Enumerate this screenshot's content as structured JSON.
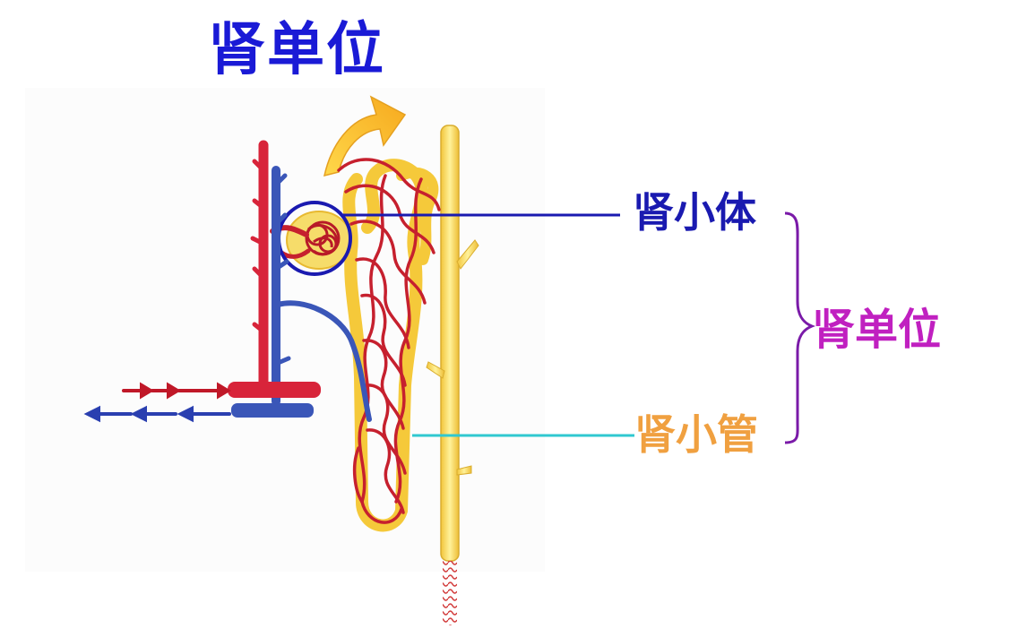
{
  "title": "肾单位",
  "labels": {
    "renal_corpuscle": "肾小体",
    "renal_tubule": "肾小管",
    "nephron": "肾单位"
  },
  "colors": {
    "title": "#1a1ad6",
    "renal_corpuscle": "#1a1ab0",
    "renal_tubule": "#f0a040",
    "nephron": "#c020c0",
    "corpuscle_leader": "#1a1ab0",
    "tubule_leader": "#30c8d0",
    "artery": "#d8243a",
    "vein": "#3a56b8",
    "tubule": "#f6d84a",
    "collecting_duct": "#f6e04a"
  }
}
